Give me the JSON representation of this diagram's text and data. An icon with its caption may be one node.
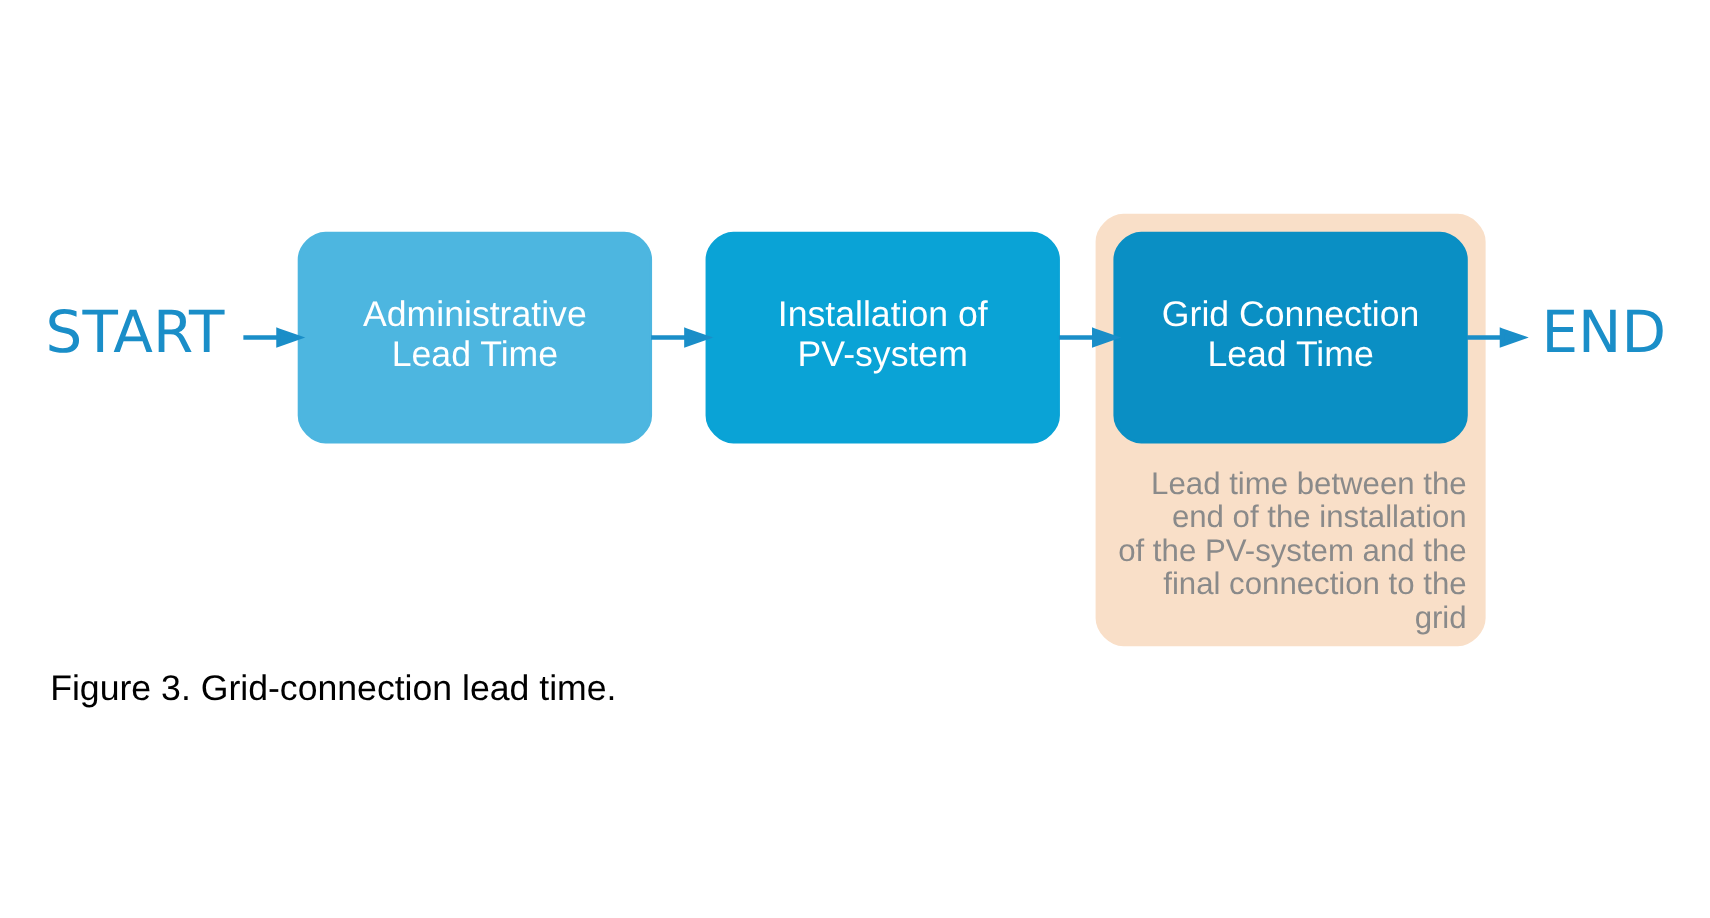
{
  "diagram": {
    "caption": "Figure 3. Grid-connection lead time.",
    "nodes": [
      {
        "text": [
          "START"
        ]
      },
      {
        "text": [
          "Administrative Lead Time"
        ]
      },
      {
        "text": [
          "Installation of PV-system"
        ]
      },
      {
        "text": [
          "Lead time between the end of the installation of the PV-system and the final connection to the grid"
        ]
      },
      {
        "text": [
          "Grid Connection Lead Time"
        ],
        "in": 3
      },
      {
        "text": [
          "END"
        ]
      }
    ],
    "edges": [
      {
        "from": 0,
        "to": 1,
        "arrow": "to"
      },
      {
        "from": 1,
        "to": 2,
        "arrow": "to"
      },
      {
        "from": 2,
        "to": 4,
        "arrow": "to"
      },
      {
        "from": 4,
        "to": 5,
        "arrow": "to"
      }
    ]
  }
}
